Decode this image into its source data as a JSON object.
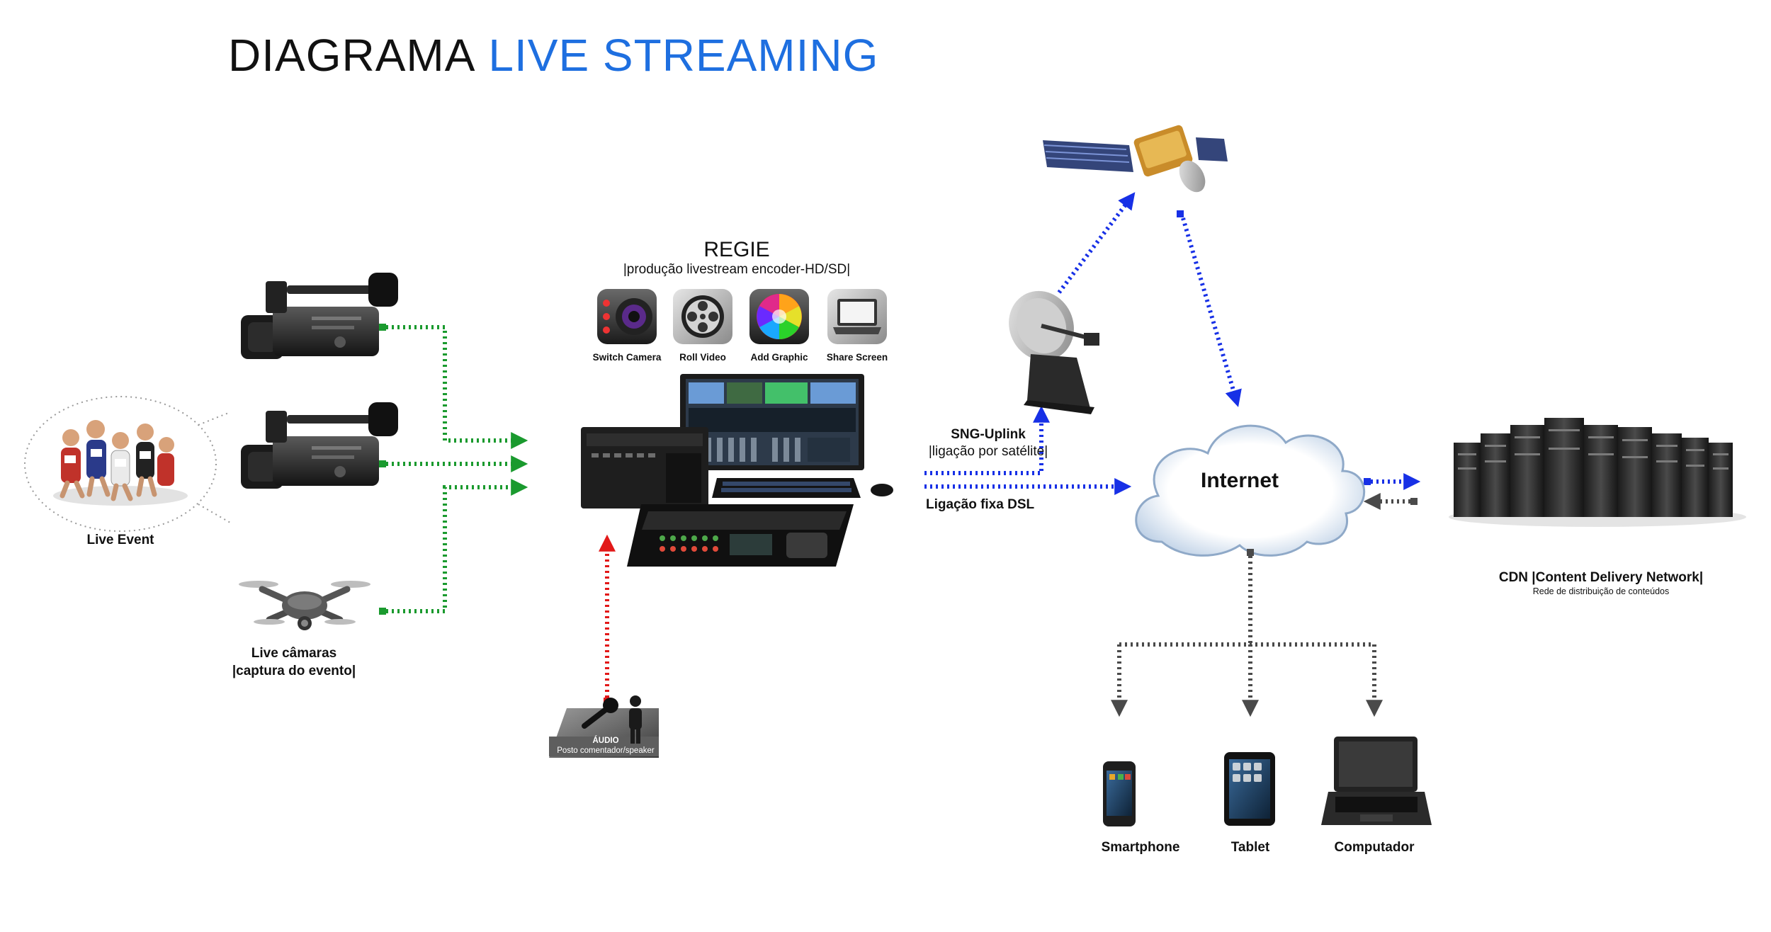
{
  "title": {
    "part1": "DIAGRAMA",
    "part2": "LIVE STREAMING",
    "accent_color": "#1e6fe0"
  },
  "sources": {
    "live_event": "Live Event",
    "cameras_title": "Live câmaras",
    "cameras_subtitle": "|captura do evento|"
  },
  "regie": {
    "title": "REGIE",
    "subtitle": "|produção livestream encoder-HD/SD|",
    "apps": [
      "Switch Camera",
      "Roll Video",
      "Add Graphic",
      "Share Screen"
    ]
  },
  "audio": {
    "title": "ÁUDIO",
    "subtitle": "Posto comentador/speaker"
  },
  "links": {
    "sng_title": "SNG-Uplink",
    "sng_subtitle": "|ligação por satélite|",
    "dsl": "Ligação fixa DSL"
  },
  "cloud": {
    "label": "Internet"
  },
  "cdn": {
    "title": "CDN |Content Delivery Network|",
    "subtitle": "Rede de distribuição de conteúdos"
  },
  "devices": [
    "Smartphone",
    "Tablet",
    "Computador"
  ],
  "colors": {
    "green_link": "#1a9a2e",
    "blue_link": "#1730e6",
    "red_link": "#e21818",
    "gray_link": "#4a4a4a"
  },
  "icons": [
    "video-camera-icon",
    "drone-icon",
    "satellite-icon",
    "satellite-dish-icon",
    "server-rack-icon",
    "microphone-icon",
    "smartphone-icon",
    "tablet-icon",
    "laptop-icon"
  ]
}
